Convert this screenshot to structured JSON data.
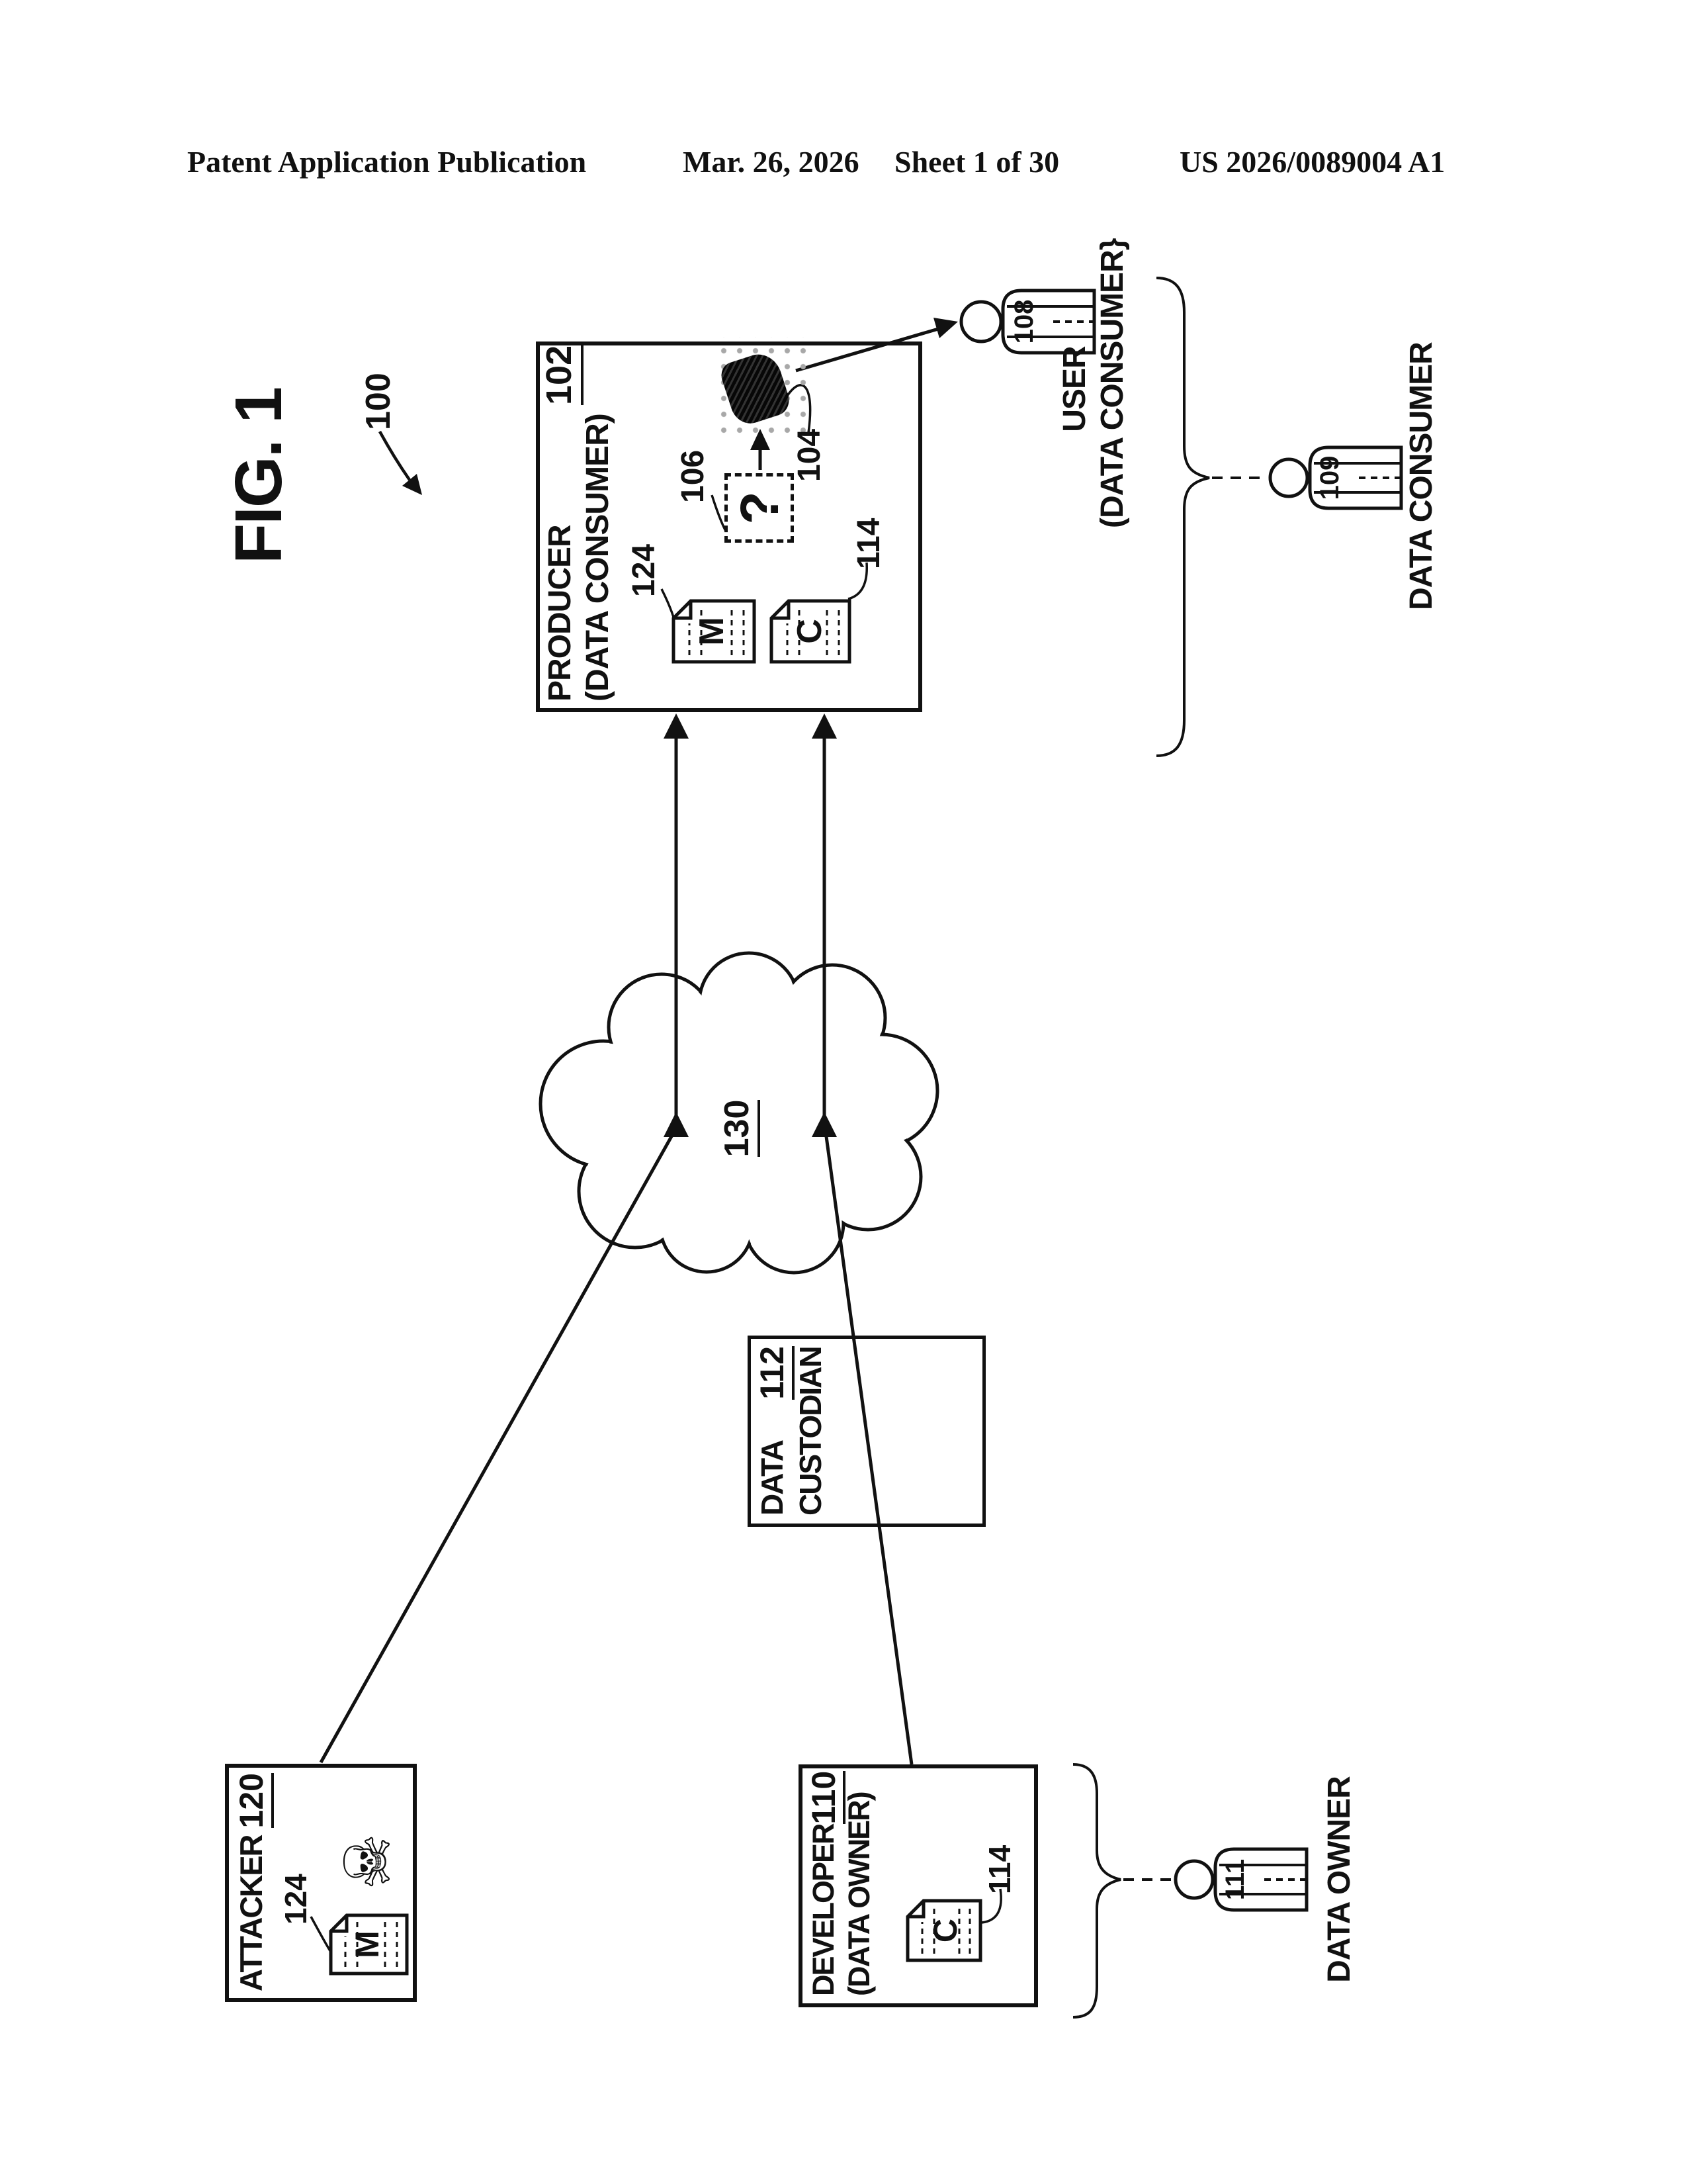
{
  "header": {
    "publication": "Patent Application Publication",
    "date": "Mar. 26, 2026",
    "sheet": "Sheet 1 of 30",
    "patent_number": "US 2026/0089004 A1"
  },
  "figure": {
    "title": "FIG. 1",
    "system_ref": "100"
  },
  "producer": {
    "title": "PRODUCER",
    "subtitle": "(DATA CONSUMER)",
    "ref": "102",
    "model_doc_letter": "M",
    "model_doc_ref": "124",
    "question_mark": "?",
    "question_ref": "106",
    "output_ref": "104",
    "code_doc_letter": "C",
    "code_doc_ref": "114"
  },
  "network": {
    "ref": "130"
  },
  "custodian": {
    "title_line1": "DATA",
    "title_line2": "CUSTODIAN",
    "ref": "112"
  },
  "attacker": {
    "title": "ATTACKER",
    "ref": "120",
    "doc_letter": "M",
    "doc_ref": "124",
    "skull_icon": "☠"
  },
  "developer": {
    "title": "DEVELOPER",
    "ref": "110",
    "subtitle": "(DATA OWNER)",
    "doc_letter": "C",
    "doc_ref": "114"
  },
  "user": {
    "line1": "USER",
    "line2": "(DATA CONSUMER}",
    "person_ref": "108"
  },
  "data_consumer": {
    "label": "DATA CONSUMER",
    "person_ref": "109"
  },
  "data_owner": {
    "label": "DATA OWNER",
    "person_ref": "111"
  }
}
